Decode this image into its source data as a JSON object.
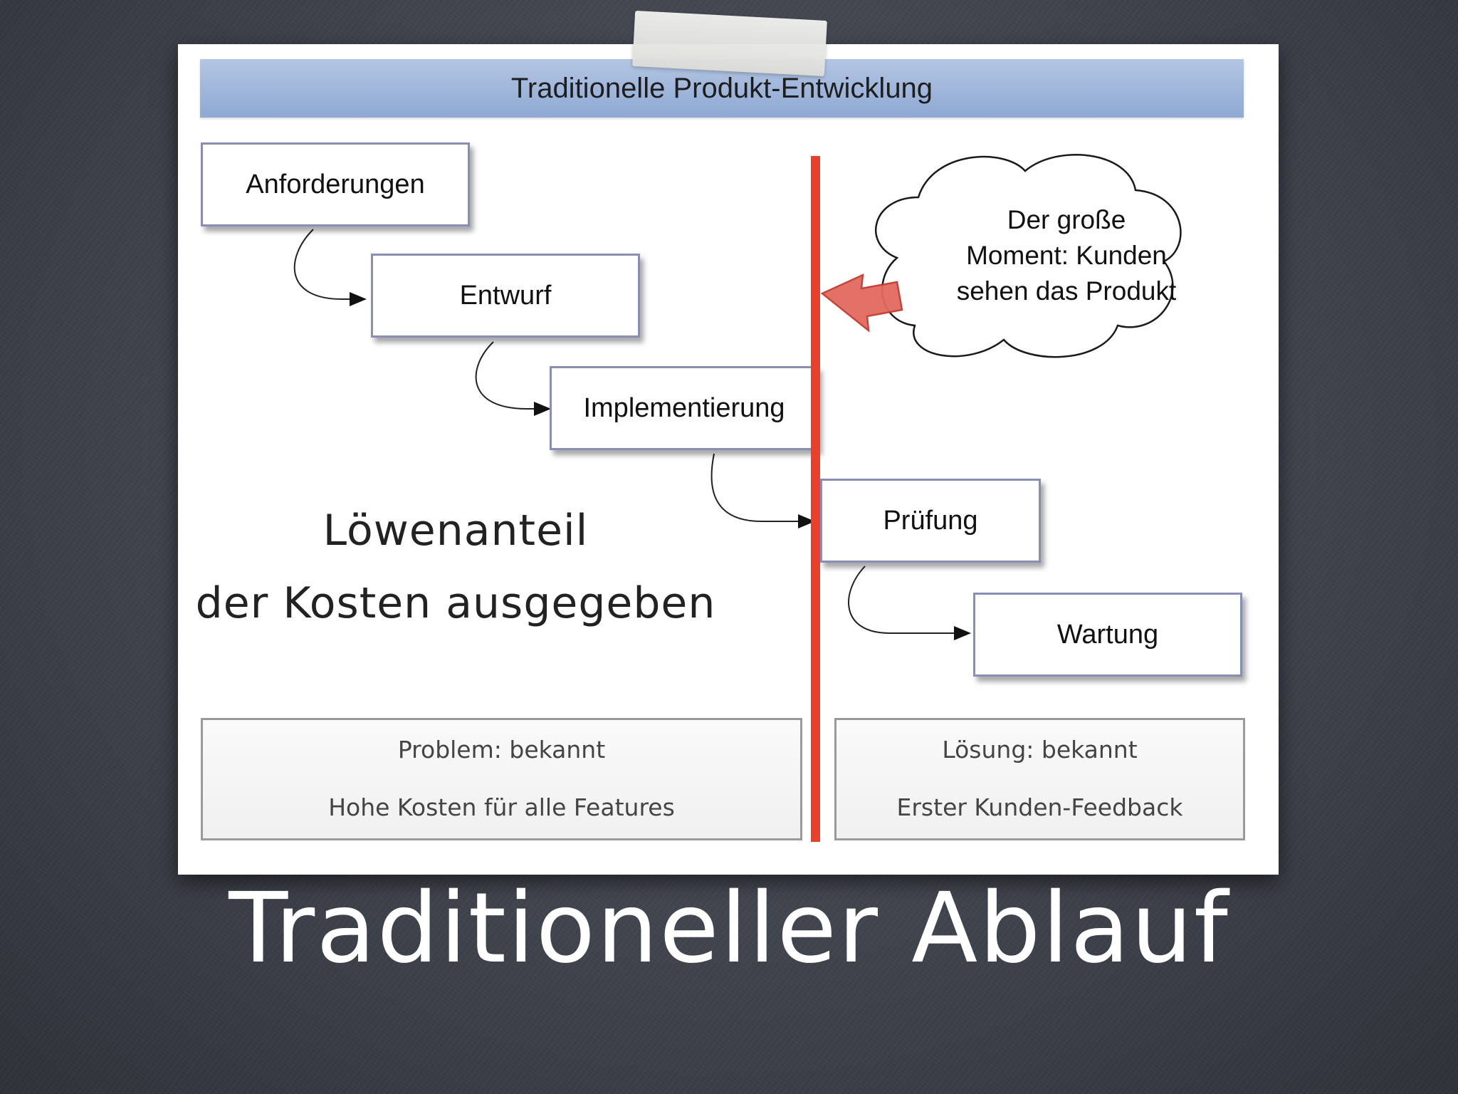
{
  "diagram": {
    "title": "Traditionelle Produkt-Entwicklung",
    "steps": [
      "Anforderungen",
      "Entwurf",
      "Implementierung",
      "Prüfung",
      "Wartung"
    ],
    "callout": {
      "line1": "Der große",
      "line2": "Moment: Kunden",
      "line3": "sehen das Produkt"
    },
    "left_text": {
      "line1": "Löwenanteil",
      "line2": "der Kosten ausgegeben"
    },
    "left_box": {
      "line1": "Problem: bekannt",
      "line2": "Hohe Kosten für alle Features"
    },
    "right_box": {
      "line1": "Lösung: bekannt",
      "line2": "Erster Kunden-Feedback"
    }
  },
  "caption": "Traditioneller Ablauf",
  "colors": {
    "divider": "#e8402a",
    "arrow_fill": "#e36a60",
    "title_bar": "#9fb5dc",
    "step_border": "#8a8db6"
  }
}
